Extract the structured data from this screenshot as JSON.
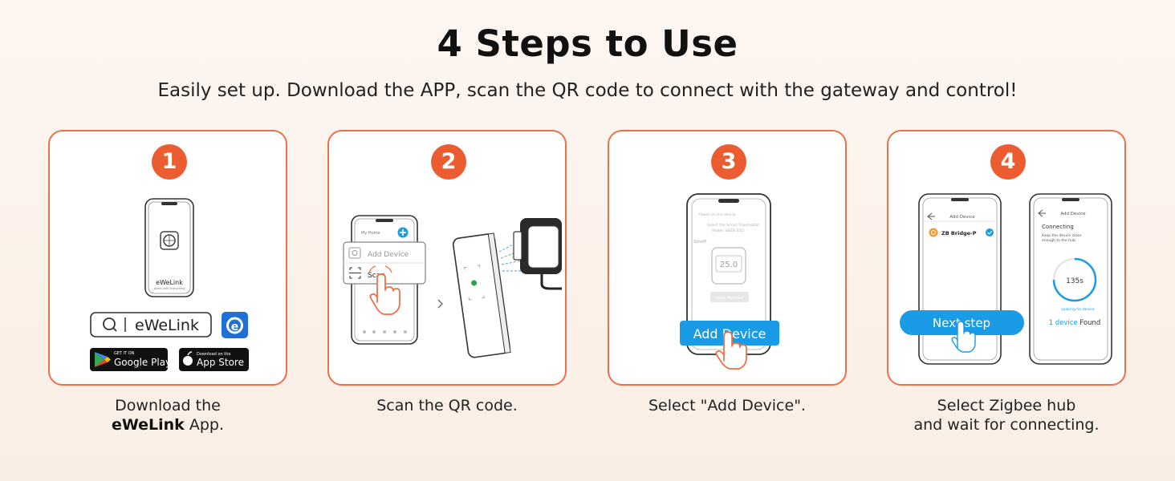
{
  "header": {
    "title": "4 Steps to Use",
    "subtitle": "Easily set up. Download the APP, scan the QR code to connect with the gateway and control!"
  },
  "colors": {
    "accent": "#eb5d30",
    "border": "#ef7048",
    "blue": "#1a9be6"
  },
  "steps": [
    {
      "number": "1",
      "caption_line1": "Download the",
      "caption_app": "eWeLink",
      "caption_line2_suffix": " App.",
      "app_name": "eWeLink",
      "app_tagline": "works with everything",
      "search_text": "eWeLink",
      "store_google_small": "GET IT ON",
      "store_google": "Google Play",
      "store_apple_small": "Download on the",
      "store_apple": "App Store",
      "icons": [
        "ewelink-logo-icon",
        "search-icon",
        "google-play-icon",
        "apple-icon"
      ]
    },
    {
      "number": "2",
      "caption": "Scan the QR code.",
      "phone_header": "My Home",
      "menu_add": "Add Device",
      "menu_scan": "Scan",
      "icons": [
        "plus-icon",
        "add-device-icon",
        "scan-icon",
        "hand-pointer-icon",
        "chevron-right-icon"
      ]
    },
    {
      "number": "3",
      "caption": "Select \"Add Device\".",
      "screen_line1": "Power on the device",
      "screen_line2": "Select the Smart Thermostat",
      "screen_line3": "Model: SNZB-02D",
      "brand": "Sonoff",
      "display_value": "25.0",
      "user_manual": "User Manual",
      "button": "Add Device",
      "icons": [
        "thermometer-icon",
        "hand-pointer-icon"
      ]
    },
    {
      "number": "4",
      "caption_line1": "Select Zigbee hub",
      "caption_line2": "and wait for connecting.",
      "left_header": "Add Device",
      "device_name": "ZB Bridge-P",
      "next_step": "Next step",
      "right_header": "Add Device",
      "connecting_title": "Connecting",
      "connecting_desc1": "Keep the device close",
      "connecting_desc2": "enough to the hub.",
      "timer": "135s",
      "looking": "Looking for device",
      "found_count": "1 device",
      "found_label": " Found",
      "icons": [
        "back-arrow-icon",
        "check-icon",
        "hand-pointer-icon"
      ]
    }
  ]
}
